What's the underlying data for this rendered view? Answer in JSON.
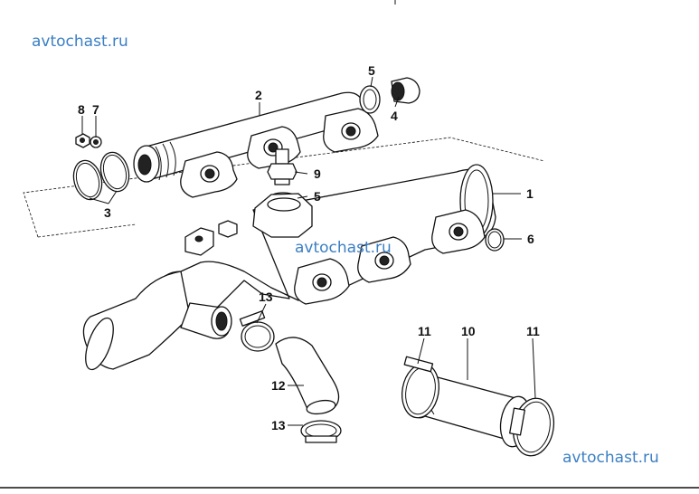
{
  "watermarks": {
    "top_left": "avtochast.ru",
    "center": "avtochast.ru",
    "bottom_right": "avtochast.ru"
  },
  "callouts": {
    "c1": "1",
    "c2": "2",
    "c3": "3",
    "c4": "4",
    "c5_top": "5",
    "c5_mid": "5",
    "c6": "6",
    "c7": "7",
    "c8": "8",
    "c9": "9",
    "c10": "10",
    "c11_left": "11",
    "c11_right": "11",
    "c12": "12",
    "c13_top": "13",
    "c13_bottom": "13"
  }
}
